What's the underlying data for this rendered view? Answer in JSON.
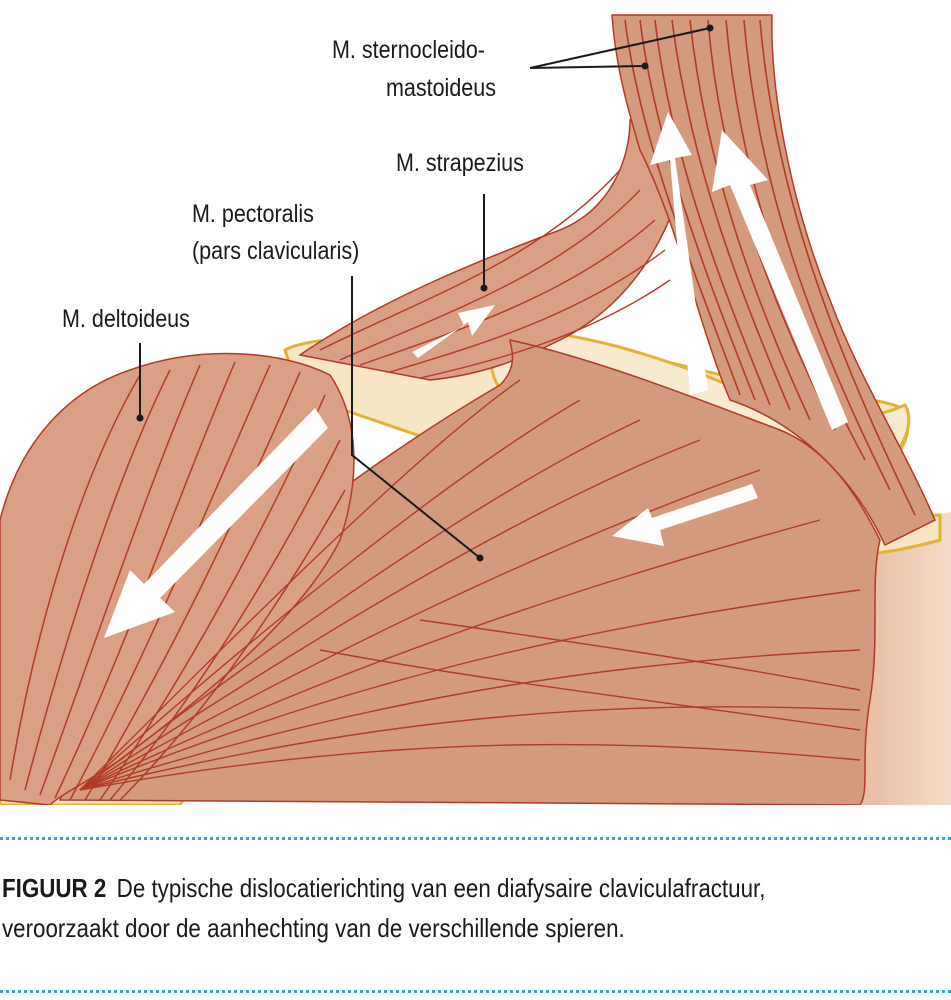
{
  "labels": {
    "sternocleido_line1": "M. sternocleido-",
    "sternocleido_line2": "mastoideus",
    "trapezius": "M. strapezius",
    "pectoralis_line1": "M. pectoralis",
    "pectoralis_line2": "(pars clavicularis)",
    "deltoideus": "M. deltoideus"
  },
  "caption": {
    "figure_number": "FIGUUR 2",
    "line1": "De typische dislocatierichting van een diafysaire claviculafractuur,",
    "line2": "veroorzaakt door de aanhechting van de verschillende spieren."
  },
  "colors": {
    "muscle": "#d9a085",
    "muscle_dark": "#c98a70",
    "fiber": "#b23a28",
    "bone": "#f7e6c4",
    "bone_outline": "#e2b33a",
    "arrow": "#ffffff",
    "separator": "#3aa0d8"
  }
}
